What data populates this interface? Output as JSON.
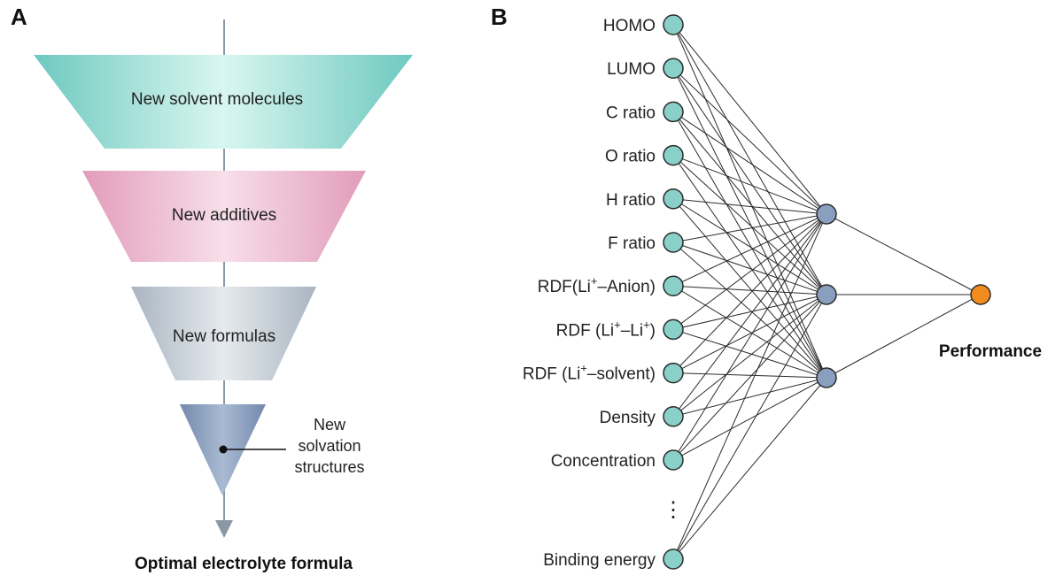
{
  "panel_a": {
    "label": "A",
    "stages": [
      "New solvent molecules",
      "New additives",
      "New formulas"
    ],
    "tip_label_lines": [
      "New",
      "solvation",
      "structures"
    ],
    "bottom_label": "Optimal electrolyte formula"
  },
  "panel_b": {
    "label": "B",
    "inputs": [
      {
        "text": "HOMO"
      },
      {
        "text": "LUMO"
      },
      {
        "text": "C ratio"
      },
      {
        "text": "O ratio"
      },
      {
        "text": "H ratio"
      },
      {
        "text": "F ratio"
      },
      {
        "pre": "RDF(Li",
        "sup1": "+",
        "mid": "–Anion)",
        "sup2": "",
        "post": ""
      },
      {
        "pre": "RDF (Li",
        "sup1": "+",
        "mid": "–Li",
        "sup2": "+",
        "post": ")"
      },
      {
        "pre": "RDF (Li",
        "sup1": "+",
        "mid": "–solvent)",
        "sup2": "",
        "post": ""
      },
      {
        "text": "Density"
      },
      {
        "text": "Concentration"
      },
      {
        "text": "Binding energy"
      }
    ],
    "ellipsis": "⋮",
    "hidden_count": 3,
    "output_label": "Performance"
  },
  "colors": {
    "input_node": "#88d0c8",
    "hidden_node": "#8a9fc0",
    "output_node": "#f28c1e",
    "edge": "#2b2b2b",
    "stage1": "#8fd6cd",
    "stage2": "#e6afc8",
    "stage3": "#b9c3cd",
    "stage4": "#7f97b8"
  }
}
